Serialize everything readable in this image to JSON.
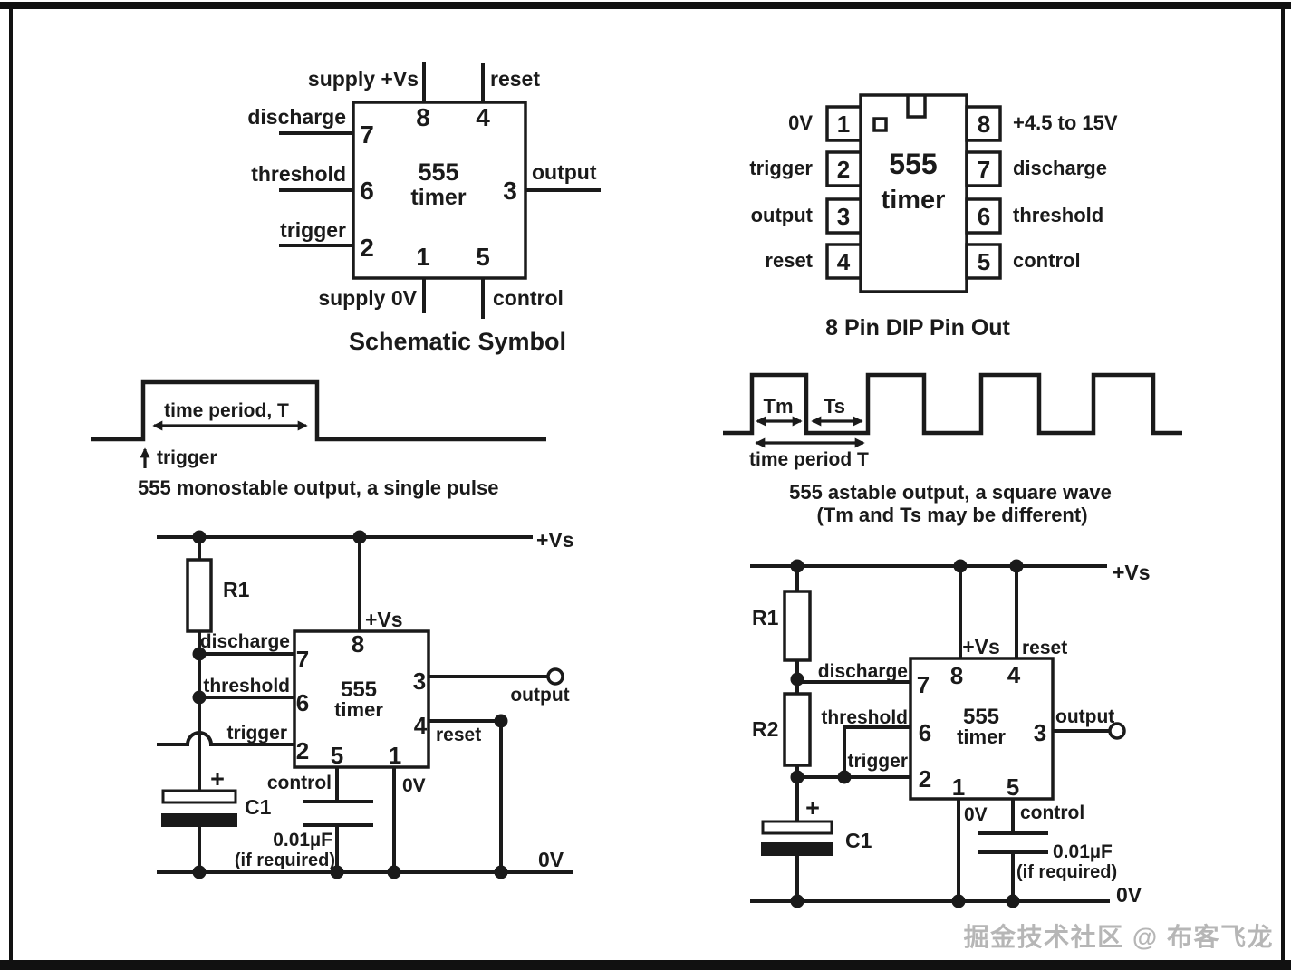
{
  "schematic": {
    "title": "Schematic Symbol",
    "chip_line1": "555",
    "chip_line2": "timer",
    "labels": {
      "supply_vs": "supply +Vs",
      "reset": "reset",
      "discharge": "discharge",
      "threshold": "threshold",
      "trigger": "trigger",
      "output": "output",
      "supply_0v": "supply 0V",
      "control": "control"
    },
    "pins": {
      "p1": "1",
      "p2": "2",
      "p3": "3",
      "p4": "4",
      "p5": "5",
      "p6": "6",
      "p7": "7",
      "p8": "8"
    }
  },
  "dip": {
    "title": "8 Pin DIP Pin Out",
    "chip_line1": "555",
    "chip_line2": "timer",
    "left_pins": [
      {
        "num": "1",
        "label": "0V"
      },
      {
        "num": "2",
        "label": "trigger"
      },
      {
        "num": "3",
        "label": "output"
      },
      {
        "num": "4",
        "label": "reset"
      }
    ],
    "right_pins": [
      {
        "num": "8",
        "label": "+4.5 to 15V"
      },
      {
        "num": "7",
        "label": "discharge"
      },
      {
        "num": "6",
        "label": "threshold"
      },
      {
        "num": "5",
        "label": "control"
      }
    ]
  },
  "mono_wave": {
    "period": "time period, T",
    "trigger": "trigger",
    "caption": "555 monostable output, a single pulse"
  },
  "astable_wave": {
    "tm": "Tm",
    "ts": "Ts",
    "period": "time period T",
    "caption1": "555 astable output, a square wave",
    "caption2": "(Tm and Ts may be different)"
  },
  "mono_circuit": {
    "vs_rail": "+Vs",
    "vs_pin": "+Vs",
    "zero_rail": "0V",
    "zero_pin": "0V",
    "r1": "R1",
    "c1": "C1",
    "plus": "+",
    "discharge": "discharge",
    "threshold": "threshold",
    "trigger": "trigger",
    "output": "output",
    "reset": "reset",
    "control": "control",
    "cap_value": "0.01µF",
    "cap_note": "(if required)",
    "chip_line1": "555",
    "chip_line2": "timer",
    "pins": {
      "p1": "1",
      "p2": "2",
      "p3": "3",
      "p4": "4",
      "p5": "5",
      "p6": "6",
      "p7": "7",
      "p8": "8"
    }
  },
  "astable_circuit": {
    "vs_rail": "+Vs",
    "vs_pin": "+Vs",
    "reset": "reset",
    "zero_rail": "0V",
    "zero_pin": "0V",
    "r1": "R1",
    "r2": "R2",
    "c1": "C1",
    "plus": "+",
    "discharge": "discharge",
    "threshold": "threshold",
    "trigger": "trigger",
    "output": "output",
    "control": "control",
    "cap_value": "0.01µF",
    "cap_note": "(if required)",
    "chip_line1": "555",
    "chip_line2": "timer",
    "pins": {
      "p1": "1",
      "p2": "2",
      "p3": "3",
      "p4": "4",
      "p5": "5",
      "p6": "6",
      "p7": "7",
      "p8": "8"
    }
  },
  "watermark": {
    "text": "掘金技术社区 @ 布客飞龙"
  },
  "colors": {
    "ink": "#1a1a1a",
    "watermark": "#b6b6b6",
    "background": "#ffffff"
  }
}
